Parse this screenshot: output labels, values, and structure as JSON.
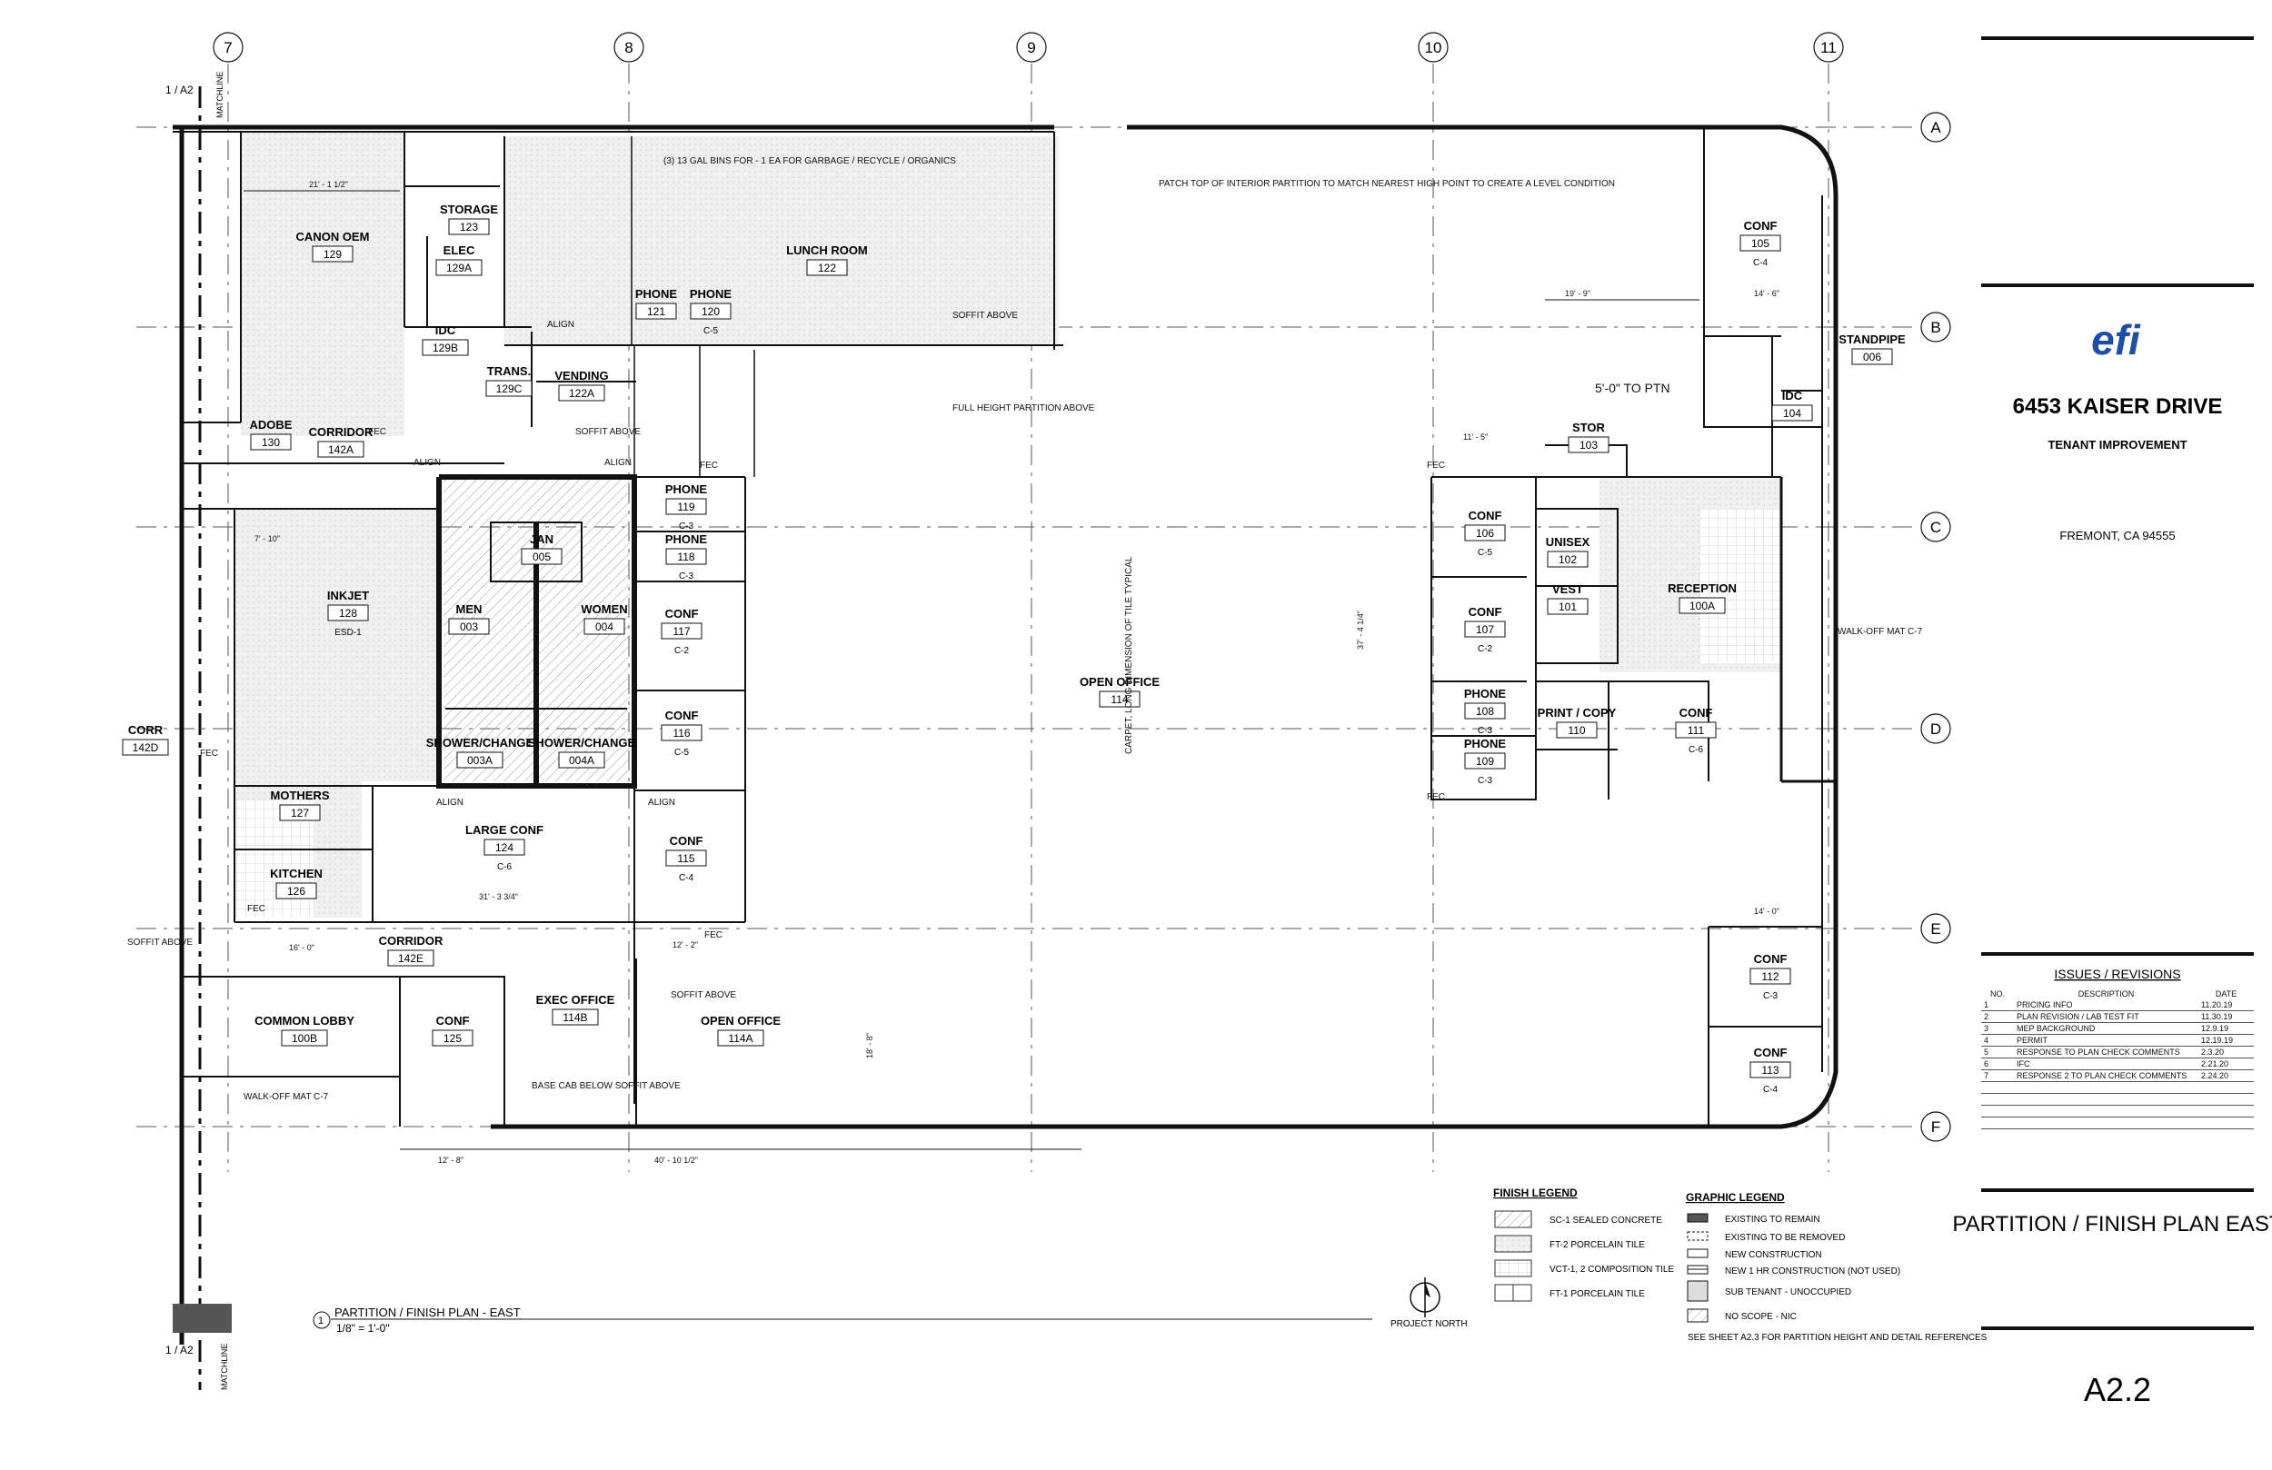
{
  "grid": {
    "columns": [
      "7",
      "8",
      "9",
      "10",
      "11"
    ],
    "rows": [
      "A",
      "B",
      "C",
      "D",
      "E",
      "F"
    ]
  },
  "rooms": [
    {
      "id": "storage",
      "name": "STORAGE",
      "num": "123"
    },
    {
      "id": "elec",
      "name": "ELEC",
      "num": "129A"
    },
    {
      "id": "canon",
      "name": "CANON OEM",
      "num": "129"
    },
    {
      "id": "idc1",
      "name": "IDC",
      "num": "129B"
    },
    {
      "id": "trans",
      "name": "TRANS.",
      "num": "129C"
    },
    {
      "id": "vending",
      "name": "VENDING",
      "num": "122A"
    },
    {
      "id": "lunch",
      "name": "LUNCH ROOM",
      "num": "122"
    },
    {
      "id": "phone121",
      "name": "PHONE",
      "num": "121"
    },
    {
      "id": "phone120",
      "name": "PHONE",
      "num": "120"
    },
    {
      "id": "adobe",
      "name": "ADOBE",
      "num": "130"
    },
    {
      "id": "corr142a",
      "name": "CORRIDOR",
      "num": "142A"
    },
    {
      "id": "jan",
      "name": "JAN",
      "num": "005"
    },
    {
      "id": "men",
      "name": "MEN",
      "num": "003"
    },
    {
      "id": "women",
      "name": "WOMEN",
      "num": "004"
    },
    {
      "id": "shower3",
      "name": "SHOWER/CHANGE",
      "num": "003A"
    },
    {
      "id": "shower4",
      "name": "SHOWER/CHANGE",
      "num": "004A"
    },
    {
      "id": "phone119",
      "name": "PHONE",
      "num": "119"
    },
    {
      "id": "phone118",
      "name": "PHONE",
      "num": "118"
    },
    {
      "id": "conf117",
      "name": "CONF",
      "num": "117"
    },
    {
      "id": "conf116",
      "name": "CONF",
      "num": "116"
    },
    {
      "id": "conf115",
      "name": "CONF",
      "num": "115"
    },
    {
      "id": "inkjet",
      "name": "INKJET",
      "num": "128"
    },
    {
      "id": "corr142d",
      "name": "CORR",
      "num": "142D"
    },
    {
      "id": "mothers",
      "name": "MOTHERS",
      "num": "127"
    },
    {
      "id": "kitchen",
      "name": "KITCHEN",
      "num": "126"
    },
    {
      "id": "largeconf",
      "name": "LARGE CONF",
      "num": "124"
    },
    {
      "id": "corr142e",
      "name": "CORRIDOR",
      "num": "142E"
    },
    {
      "id": "lobby",
      "name": "COMMON LOBBY",
      "num": "100B"
    },
    {
      "id": "conf125",
      "name": "CONF",
      "num": "125"
    },
    {
      "id": "exec",
      "name": "EXEC OFFICE",
      "num": "114B"
    },
    {
      "id": "open114a",
      "name": "OPEN OFFICE",
      "num": "114A"
    },
    {
      "id": "open114",
      "name": "OPEN OFFICE",
      "num": "114"
    },
    {
      "id": "conf105",
      "name": "CONF",
      "num": "105"
    },
    {
      "id": "standpipe",
      "name": "STANDPIPE",
      "num": "006"
    },
    {
      "id": "idc104",
      "name": "IDC",
      "num": "104"
    },
    {
      "id": "stor",
      "name": "STOR",
      "num": "103"
    },
    {
      "id": "conf106",
      "name": "CONF",
      "num": "106"
    },
    {
      "id": "unisex",
      "name": "UNISEX",
      "num": "102"
    },
    {
      "id": "vest",
      "name": "VEST",
      "num": "101"
    },
    {
      "id": "reception",
      "name": "RECEPTION",
      "num": "100A"
    },
    {
      "id": "conf107",
      "name": "CONF",
      "num": "107"
    },
    {
      "id": "phone108",
      "name": "PHONE",
      "num": "108"
    },
    {
      "id": "phone109",
      "name": "PHONE",
      "num": "109"
    },
    {
      "id": "print",
      "name": "PRINT / COPY",
      "num": "110"
    },
    {
      "id": "conf111",
      "name": "CONF",
      "num": "111"
    },
    {
      "id": "conf112",
      "name": "CONF",
      "num": "112"
    },
    {
      "id": "conf113",
      "name": "CONF",
      "num": "113"
    }
  ],
  "finish_codes": {
    "canon": "",
    "inkjet": "ESD-1",
    "conf105": "C-4",
    "conf106": "C-5",
    "conf107": "C-2",
    "conf111": "C-6",
    "conf112": "C-3",
    "conf113": "C-4",
    "conf117": "C-2",
    "conf116": "C-5",
    "conf115": "C-4",
    "largeconf": "C-6",
    "phone119": "C-3",
    "phone118": "C-3",
    "phone120": "C-5",
    "phone108": "C-3",
    "phone109": "C-3"
  },
  "notes": {
    "bins": "(3) 13 GAL BINS FOR - 1 EA FOR GARBAGE / RECYCLE / ORGANICS",
    "patch": "PATCH TOP OF INTERIOR PARTITION TO MATCH NEAREST HIGH POINT TO CREATE A LEVEL CONDITION",
    "soffit_above": "SOFFIT ABOVE",
    "full_height": "FULL HEIGHT PARTITION ABOVE",
    "align": "ALIGN",
    "fec": "FEC",
    "ptn": "5'-0\" TO PTN",
    "walk_off": "WALK-OFF MAT C-7",
    "carpet": "CARPET, LONG DIMENSION OF TILE TYPICAL",
    "base_cab": "BASE CAB BELOW SOFFIT ABOVE",
    "matchline": "MATCHLINE",
    "a2_ref": "1 / A2",
    "project_north": "PROJECT NORTH"
  },
  "dims": {
    "d1": "21' - 1 1/2\"",
    "d2": "19' - 9\"",
    "d3": "14' - 6\"",
    "d4": "7' - 10\"",
    "d5": "16' - 0\"",
    "d6": "31' - 3 3/4\"",
    "d7": "12' - 8\"",
    "d8": "40' - 10 1/2\"",
    "d9": "14' - 0\"",
    "d10": "11' - 5\"",
    "d11": "37' - 4 1/4\"",
    "d12": "18' - 8\"",
    "d13": "12' - 2\""
  },
  "plan_title": {
    "num": "1",
    "name": "PARTITION / FINISH PLAN - EAST",
    "scale": "1/8\" = 1'-0\""
  },
  "finish_legend": {
    "title": "FINISH LEGEND",
    "items": [
      "SC-1 SEALED CONCRETE",
      "FT-2 PORCELAIN TILE",
      "VCT-1, 2 COMPOSITION TILE",
      "FT-1  PORCELAIN TILE"
    ]
  },
  "graphic_legend": {
    "title": "GRAPHIC LEGEND",
    "items": [
      "EXISTING TO REMAIN",
      "EXISTING TO BE REMOVED",
      "NEW CONSTRUCTION",
      "NEW 1 HR CONSTRUCTION (NOT USED)",
      "SUB TENANT - UNOCCUPIED",
      "NO SCOPE - NIC"
    ],
    "note": "SEE SHEET A2.3 FOR PARTITION HEIGHT AND DETAIL REFERENCES"
  },
  "title_block": {
    "logo": "efi",
    "project": "6453 KAISER DRIVE",
    "subtitle": "TENANT IMPROVEMENT",
    "location": "FREMONT, CA  94555",
    "issues_title": "ISSUES / REVISIONS",
    "issues_headers": [
      "NO.",
      "DESCRIPTION",
      "DATE"
    ],
    "issues": [
      [
        "1",
        "PRICING INFO",
        "11.20.19"
      ],
      [
        "2",
        "PLAN REVISION / LAB TEST FIT",
        "11.30.19"
      ],
      [
        "3",
        "MEP BACKGROUND",
        "12.9.19"
      ],
      [
        "4",
        "PERMIT",
        "12.19.19"
      ],
      [
        "5",
        "RESPONSE TO PLAN CHECK COMMENTS",
        "2.3.20"
      ],
      [
        "6",
        "IFC",
        "2.21.20"
      ],
      [
        "7",
        "RESPONSE 2 TO PLAN CHECK COMMENTS",
        "2.24.20"
      ]
    ],
    "sheet_title": "PARTITION / FINISH PLAN EAST",
    "sheet_number": "A2.2"
  },
  "colors": {
    "line": "#111111",
    "hatch": "#bfbfbf",
    "fill_grey": "#dcdcdc",
    "accent_blue": "#1f4ea8"
  }
}
